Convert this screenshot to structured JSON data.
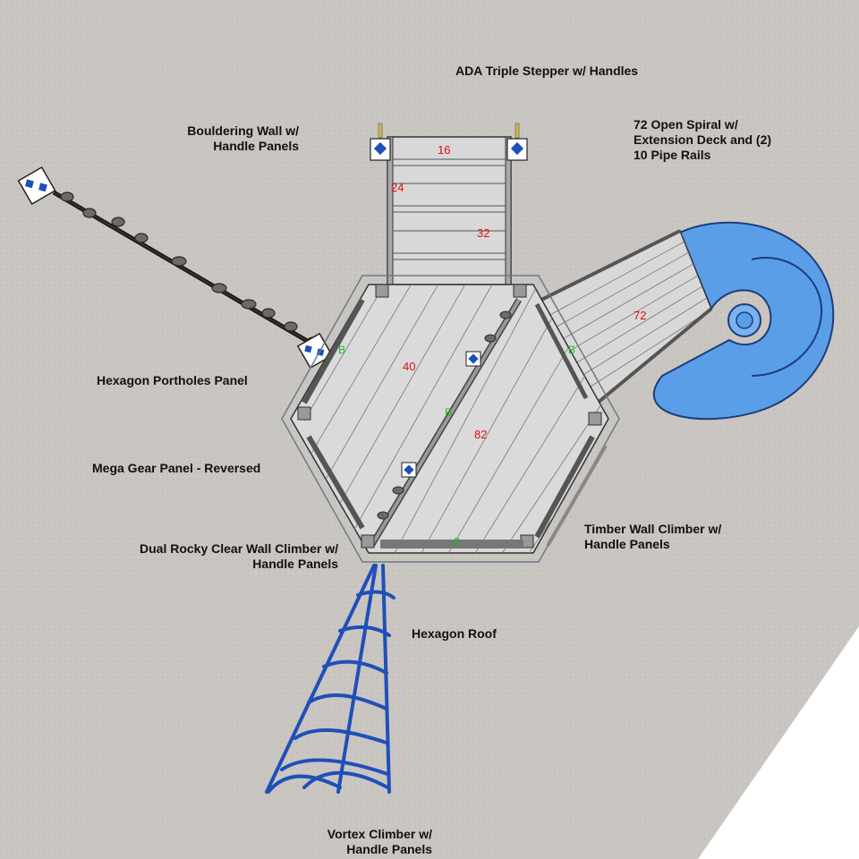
{
  "labels": {
    "ada_stepper": "ADA Triple Stepper w/ Handles",
    "bouldering_1": "Bouldering Wall w/",
    "bouldering_2": "Handle Panels",
    "spiral_1": "72 Open Spiral w/",
    "spiral_2": "Extension Deck and (2)",
    "spiral_3": "10 Pipe Rails",
    "portholes": "Hexagon Portholes Panel",
    "mega_gear": "Mega Gear Panel - Reversed",
    "dual_rocky_1": "Dual Rocky Clear Wall Climber w/",
    "dual_rocky_2": "Handle Panels",
    "timber_1": "Timber Wall Climber w/",
    "timber_2": "Handle Panels",
    "roof": "Hexagon Roof",
    "vortex_1": "Vortex Climber w/",
    "vortex_2": "Handle Panels"
  },
  "deck_heights": {
    "stepper_top": "16",
    "stepper_mid": "24",
    "stepper_low": "32",
    "spiral_deck": "72",
    "hex_left": "40",
    "hex_right": "82"
  },
  "marker": "B",
  "colors": {
    "background": "#c9c5c1",
    "deck": "#dcdcdc",
    "slide": "#5b9ee8",
    "climber": "#1f4fb8",
    "dimension": "#e01010",
    "marker": "#22b822"
  }
}
